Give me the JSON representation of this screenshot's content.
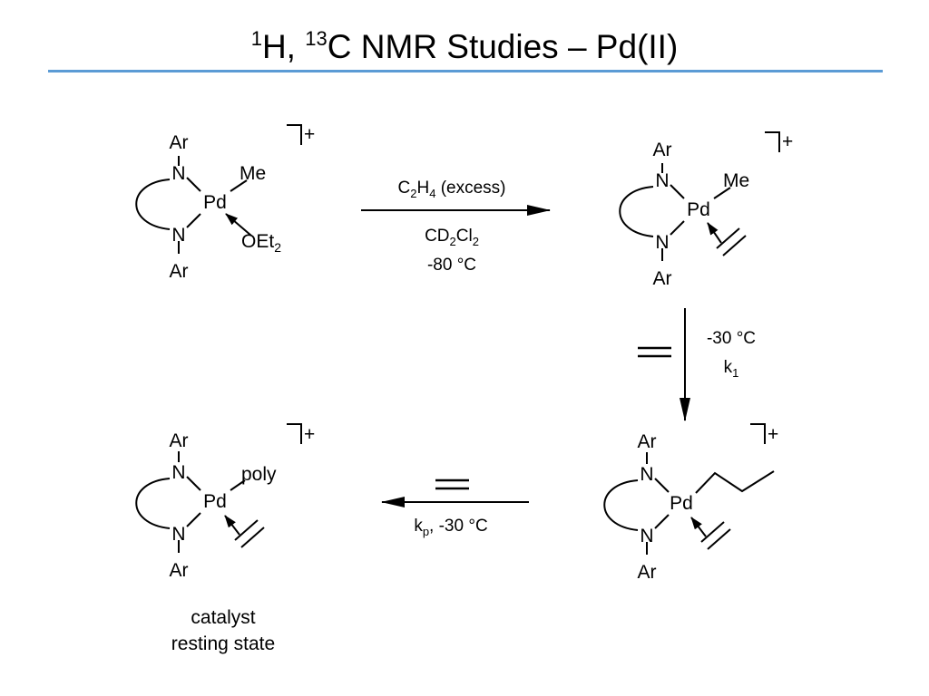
{
  "title": {
    "sup1": "1",
    "part1": "H, ",
    "sup2": "13",
    "part2": "C NMR Studies – Pd(II)"
  },
  "atoms": {
    "ar": "Ar",
    "n": "N",
    "pd": "Pd",
    "me": "Me",
    "oet2_base": "OEt",
    "oet2_sub": "2",
    "poly": "poly",
    "charge": "+"
  },
  "arrows": {
    "top": {
      "reagent_c": "C",
      "reagent_sub1": "2",
      "reagent_h": "H",
      "reagent_sub2": "4",
      "reagent_rest": " (excess)",
      "solvent_cd": "CD",
      "solvent_sub1": "2",
      "solvent_cl": "Cl",
      "solvent_sub2": "2",
      "temperature": "-80 °C"
    },
    "right": {
      "temperature": "-30 °C",
      "rate_k": "k",
      "rate_sub": "1"
    },
    "bottom": {
      "rate_k": "k",
      "rate_sub": "p",
      "rate_rest": ", -30 °C"
    }
  },
  "caption": {
    "line1": "catalyst",
    "line2": "resting state"
  }
}
